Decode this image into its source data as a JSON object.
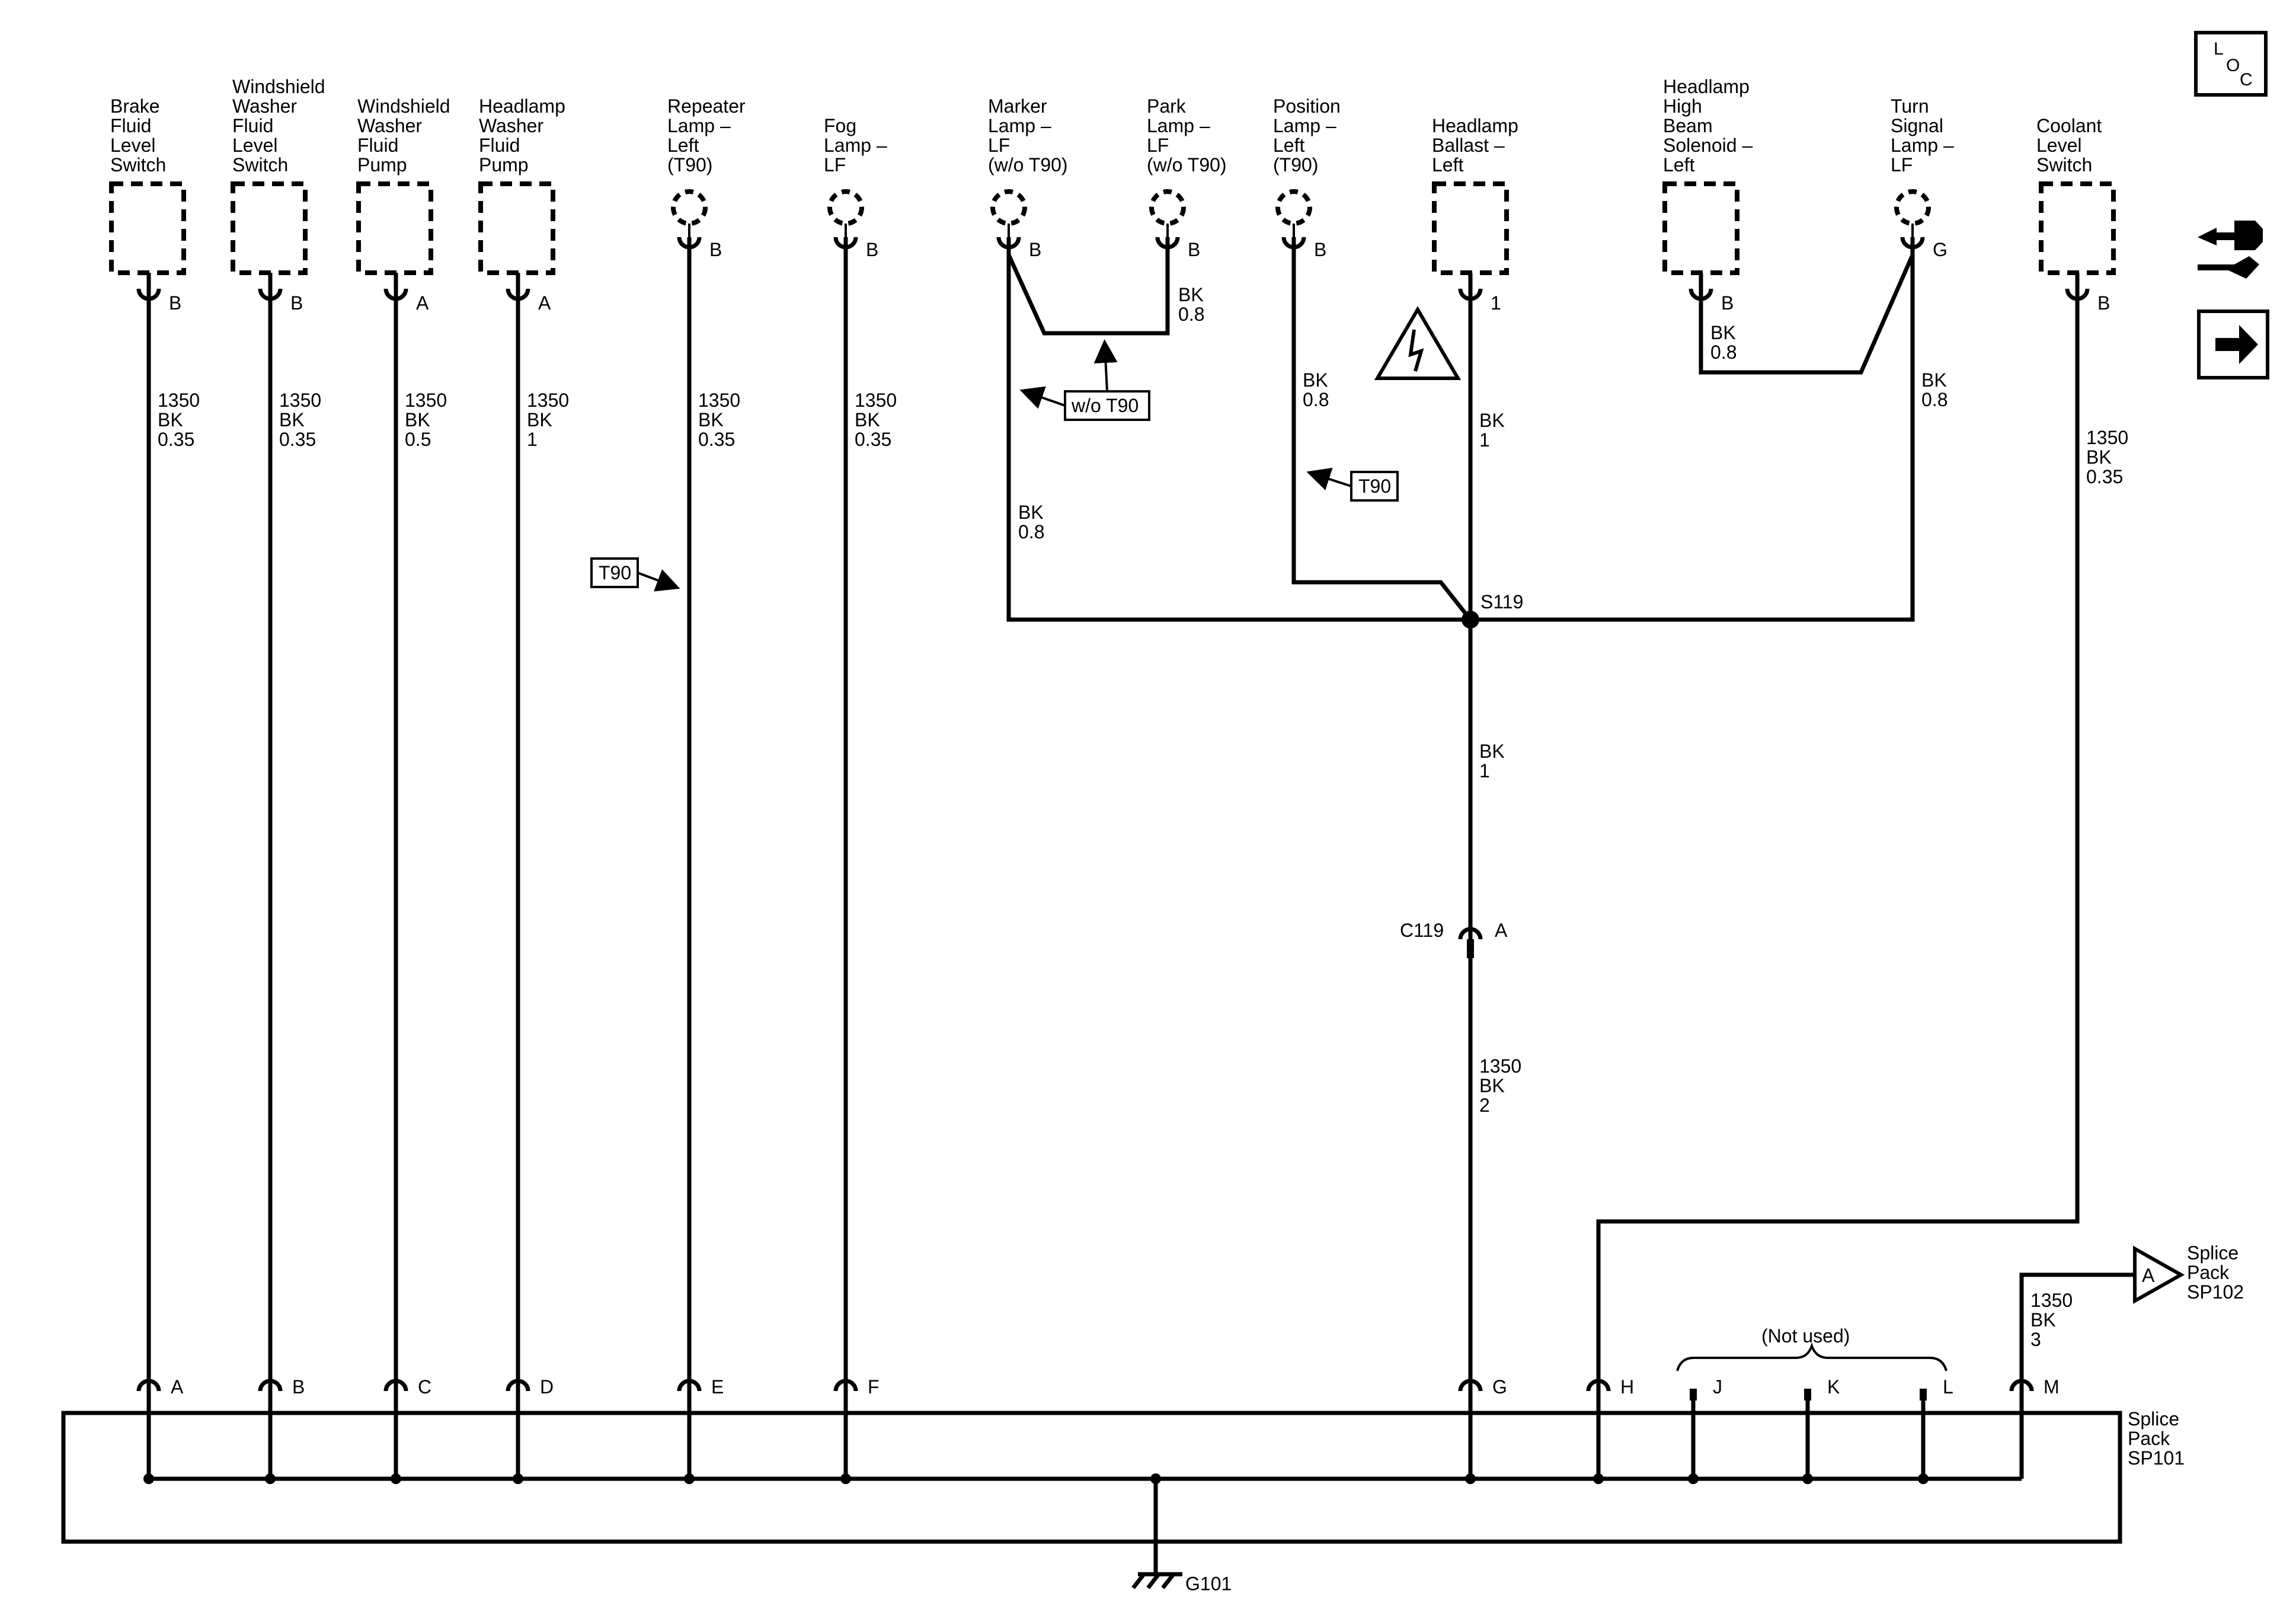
{
  "header": {
    "loc_icon_letters": [
      "L",
      "O",
      "C"
    ]
  },
  "side_icons": [
    "loc-icon",
    "connector-end-view-icon",
    "next-page-arrow-icon"
  ],
  "components": [
    {
      "lines": [
        "Brake",
        "Fluid",
        "Level",
        "Switch"
      ],
      "pin": "B"
    },
    {
      "lines": [
        "Windshield",
        "Washer",
        "Fluid",
        "Level",
        "Switch"
      ],
      "pin": "B"
    },
    {
      "lines": [
        "Windshield",
        "Washer",
        "Fluid",
        "Pump"
      ],
      "pin": "A"
    },
    {
      "lines": [
        "Headlamp",
        "Washer",
        "Fluid",
        "Pump"
      ],
      "pin": "A"
    },
    {
      "lines": [
        "Repeater",
        "Lamp –",
        "Left",
        "(T90)"
      ],
      "pin": "B"
    },
    {
      "lines": [
        "Fog",
        "Lamp –",
        "LF"
      ],
      "pin": "B"
    },
    {
      "lines": [
        "Marker",
        "Lamp –",
        "LF",
        "(w/o T90)"
      ],
      "pin": "B"
    },
    {
      "lines": [
        "Park",
        "Lamp –",
        "LF",
        "(w/o T90)"
      ],
      "pin": "B"
    },
    {
      "lines": [
        "Position",
        "Lamp –",
        "Left",
        "(T90)"
      ],
      "pin": "B"
    },
    {
      "lines": [
        "Headlamp",
        "Ballast –",
        "Left"
      ],
      "pin": "1"
    },
    {
      "lines": [
        "Headlamp",
        "High",
        "Beam",
        "Solenoid –",
        "Left"
      ],
      "pin": "B"
    },
    {
      "lines": [
        "Turn",
        "Signal",
        "Lamp –",
        "LF"
      ],
      "pin": "G"
    },
    {
      "lines": [
        "Coolant",
        "Level",
        "Switch"
      ],
      "pin": "B"
    }
  ],
  "wire_labels": [
    {
      "lines": [
        "1350",
        "BK",
        "0.35"
      ]
    },
    {
      "lines": [
        "1350",
        "BK",
        "0.35"
      ]
    },
    {
      "lines": [
        "1350",
        "BK",
        "0.5"
      ]
    },
    {
      "lines": [
        "1350",
        "BK",
        "1"
      ]
    },
    {
      "lines": [
        "1350",
        "BK",
        "0.35"
      ]
    },
    {
      "lines": [
        "1350",
        "BK",
        "0.35"
      ]
    },
    {
      "lines": [
        "BK",
        "0.8"
      ]
    },
    {
      "lines": [
        "BK",
        "0.8"
      ]
    },
    {
      "lines": [
        "BK",
        "0.8"
      ]
    },
    {
      "lines": [
        "BK",
        "1"
      ]
    },
    {
      "lines": [
        "BK",
        "0.8"
      ]
    },
    {
      "lines": [
        "BK",
        "0.8"
      ]
    },
    {
      "lines": [
        "1350",
        "BK",
        "0.35"
      ]
    },
    {
      "lines": [
        "BK",
        "1"
      ]
    },
    {
      "lines": [
        "1350",
        "BK",
        "2"
      ]
    },
    {
      "lines": [
        "1350",
        "BK",
        "3"
      ]
    }
  ],
  "options": {
    "marker_park": "w/o T90",
    "position": "T90",
    "repeater": "T90"
  },
  "splice_s119": "S119",
  "connector_c119": {
    "name": "C119",
    "pin": "A"
  },
  "splice_pack_pins": [
    "A",
    "B",
    "C",
    "D",
    "E",
    "F",
    "G",
    "H",
    "J",
    "K",
    "L",
    "M"
  ],
  "not_used_label": "(Not used)",
  "splice_pack_sp101": [
    "Splice",
    "Pack",
    "SP101"
  ],
  "splice_pack_sp102": {
    "letter": "A",
    "lines": [
      "Splice",
      "Pack",
      "SP102"
    ]
  },
  "ground": "G101"
}
